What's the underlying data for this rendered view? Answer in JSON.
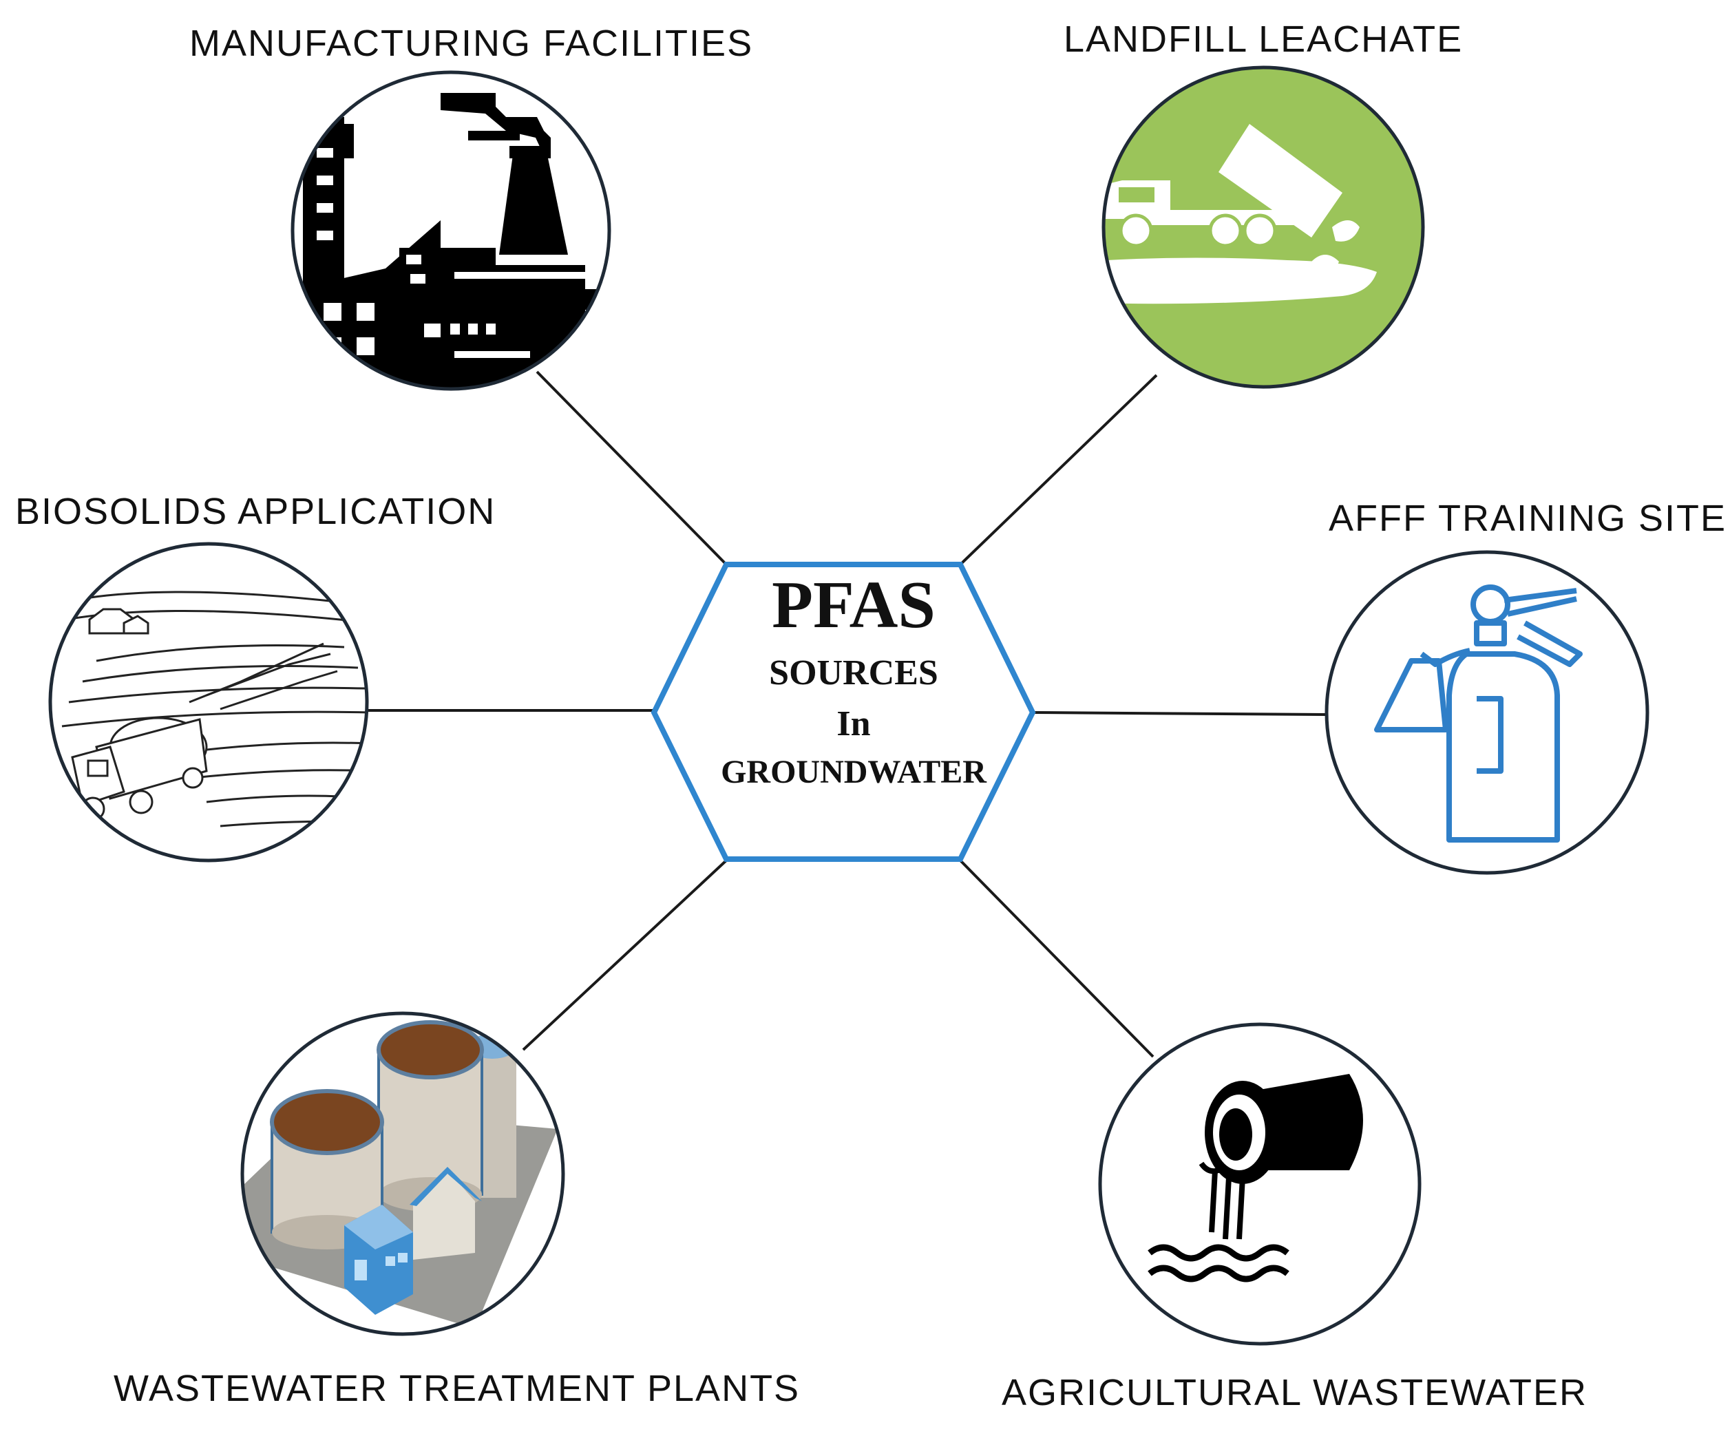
{
  "center": {
    "line1": "PFAS",
    "line2": "SOURCES",
    "line3": "In",
    "line4": "GROUNDWATER"
  },
  "sources": {
    "manufacturing": {
      "label": "MANUFACTURING FACILITIES",
      "icon": "factory-icon"
    },
    "landfill": {
      "label": "LANDFILL LEACHATE",
      "icon": "dump-truck-icon"
    },
    "biosolids": {
      "label": "BIOSOLIDS APPLICATION",
      "icon": "tanker-field-icon"
    },
    "afff": {
      "label": "AFFF TRAINING SITE",
      "icon": "fire-extinguisher-icon"
    },
    "wastewater": {
      "label": "WASTEWATER TREATMENT PLANTS",
      "icon": "treatment-plant-icon"
    },
    "agricultural": {
      "label": "AGRICULTURAL WASTEWATER",
      "icon": "discharge-pipe-icon"
    }
  },
  "colors": {
    "hexagon_stroke": "#2f86cf",
    "circle_stroke": "#1f2a36",
    "landfill_fill": "#9bc45a",
    "afff_icon": "#2f7fc8",
    "sludge": "#7a4520",
    "tank_body": "#d9d2c6",
    "building_blue": "#3f8fd0"
  }
}
